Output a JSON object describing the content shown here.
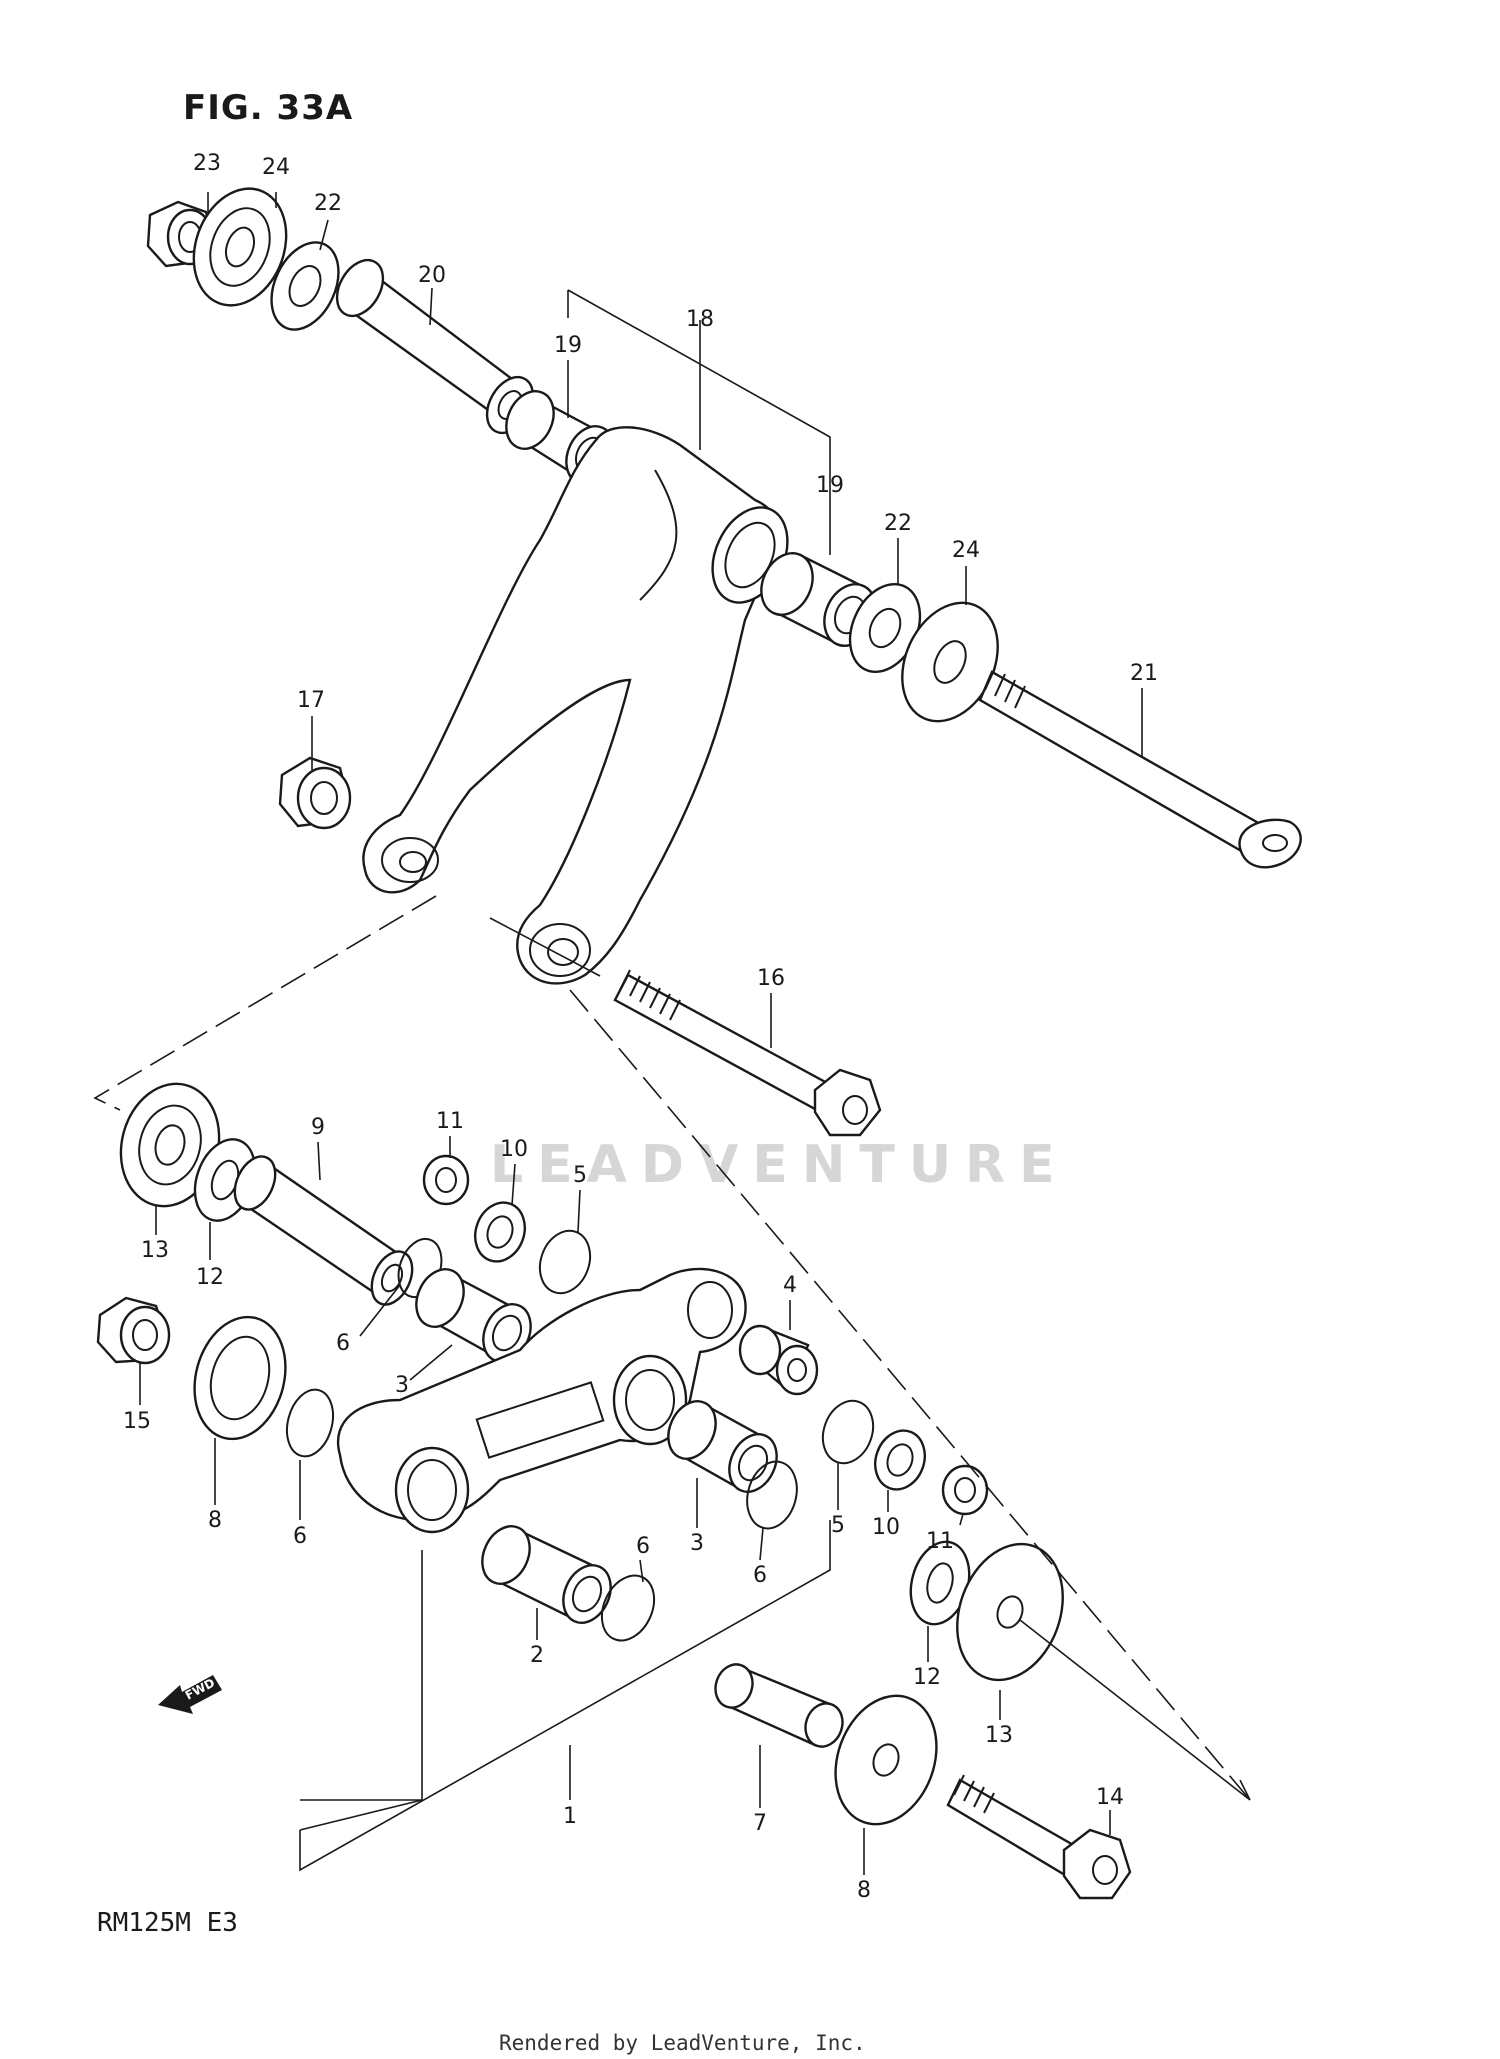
{
  "figure": {
    "title": "FIG. 33A",
    "model": "RM125M  E3",
    "footer": "Rendered by LeadVenture, Inc.",
    "watermark": "LEADVENTURE",
    "direction_label": "FWD"
  },
  "callouts": [
    {
      "id": "c23a",
      "number": "23"
    },
    {
      "id": "c24a",
      "number": "24"
    },
    {
      "id": "c22a",
      "number": "22"
    },
    {
      "id": "c20",
      "number": "20"
    },
    {
      "id": "c19a",
      "number": "19"
    },
    {
      "id": "c18",
      "number": "18"
    },
    {
      "id": "c19b",
      "number": "19"
    },
    {
      "id": "c22b",
      "number": "22"
    },
    {
      "id": "c24b",
      "number": "24"
    },
    {
      "id": "c21",
      "number": "21"
    },
    {
      "id": "c17",
      "number": "17"
    },
    {
      "id": "c16",
      "number": "16"
    },
    {
      "id": "c9",
      "number": "9"
    },
    {
      "id": "c11a",
      "number": "11"
    },
    {
      "id": "c10a",
      "number": "10"
    },
    {
      "id": "c5a",
      "number": "5"
    },
    {
      "id": "c13a",
      "number": "13"
    },
    {
      "id": "c12a",
      "number": "12"
    },
    {
      "id": "c6a",
      "number": "6"
    },
    {
      "id": "c3a",
      "number": "3"
    },
    {
      "id": "c4",
      "number": "4"
    },
    {
      "id": "c15",
      "number": "15"
    },
    {
      "id": "c8a",
      "number": "8"
    },
    {
      "id": "c6b",
      "number": "6"
    },
    {
      "id": "c10b",
      "number": "10"
    },
    {
      "id": "c5b",
      "number": "5"
    },
    {
      "id": "c3b",
      "number": "3"
    },
    {
      "id": "c6c",
      "number": "6"
    },
    {
      "id": "c11b",
      "number": "11"
    },
    {
      "id": "c6d",
      "number": "6"
    },
    {
      "id": "c2",
      "number": "2"
    },
    {
      "id": "c12b",
      "number": "12"
    },
    {
      "id": "c13b",
      "number": "13"
    },
    {
      "id": "c1",
      "number": "1"
    },
    {
      "id": "c7",
      "number": "7"
    },
    {
      "id": "c14",
      "number": "14"
    },
    {
      "id": "c8b",
      "number": "8"
    }
  ]
}
